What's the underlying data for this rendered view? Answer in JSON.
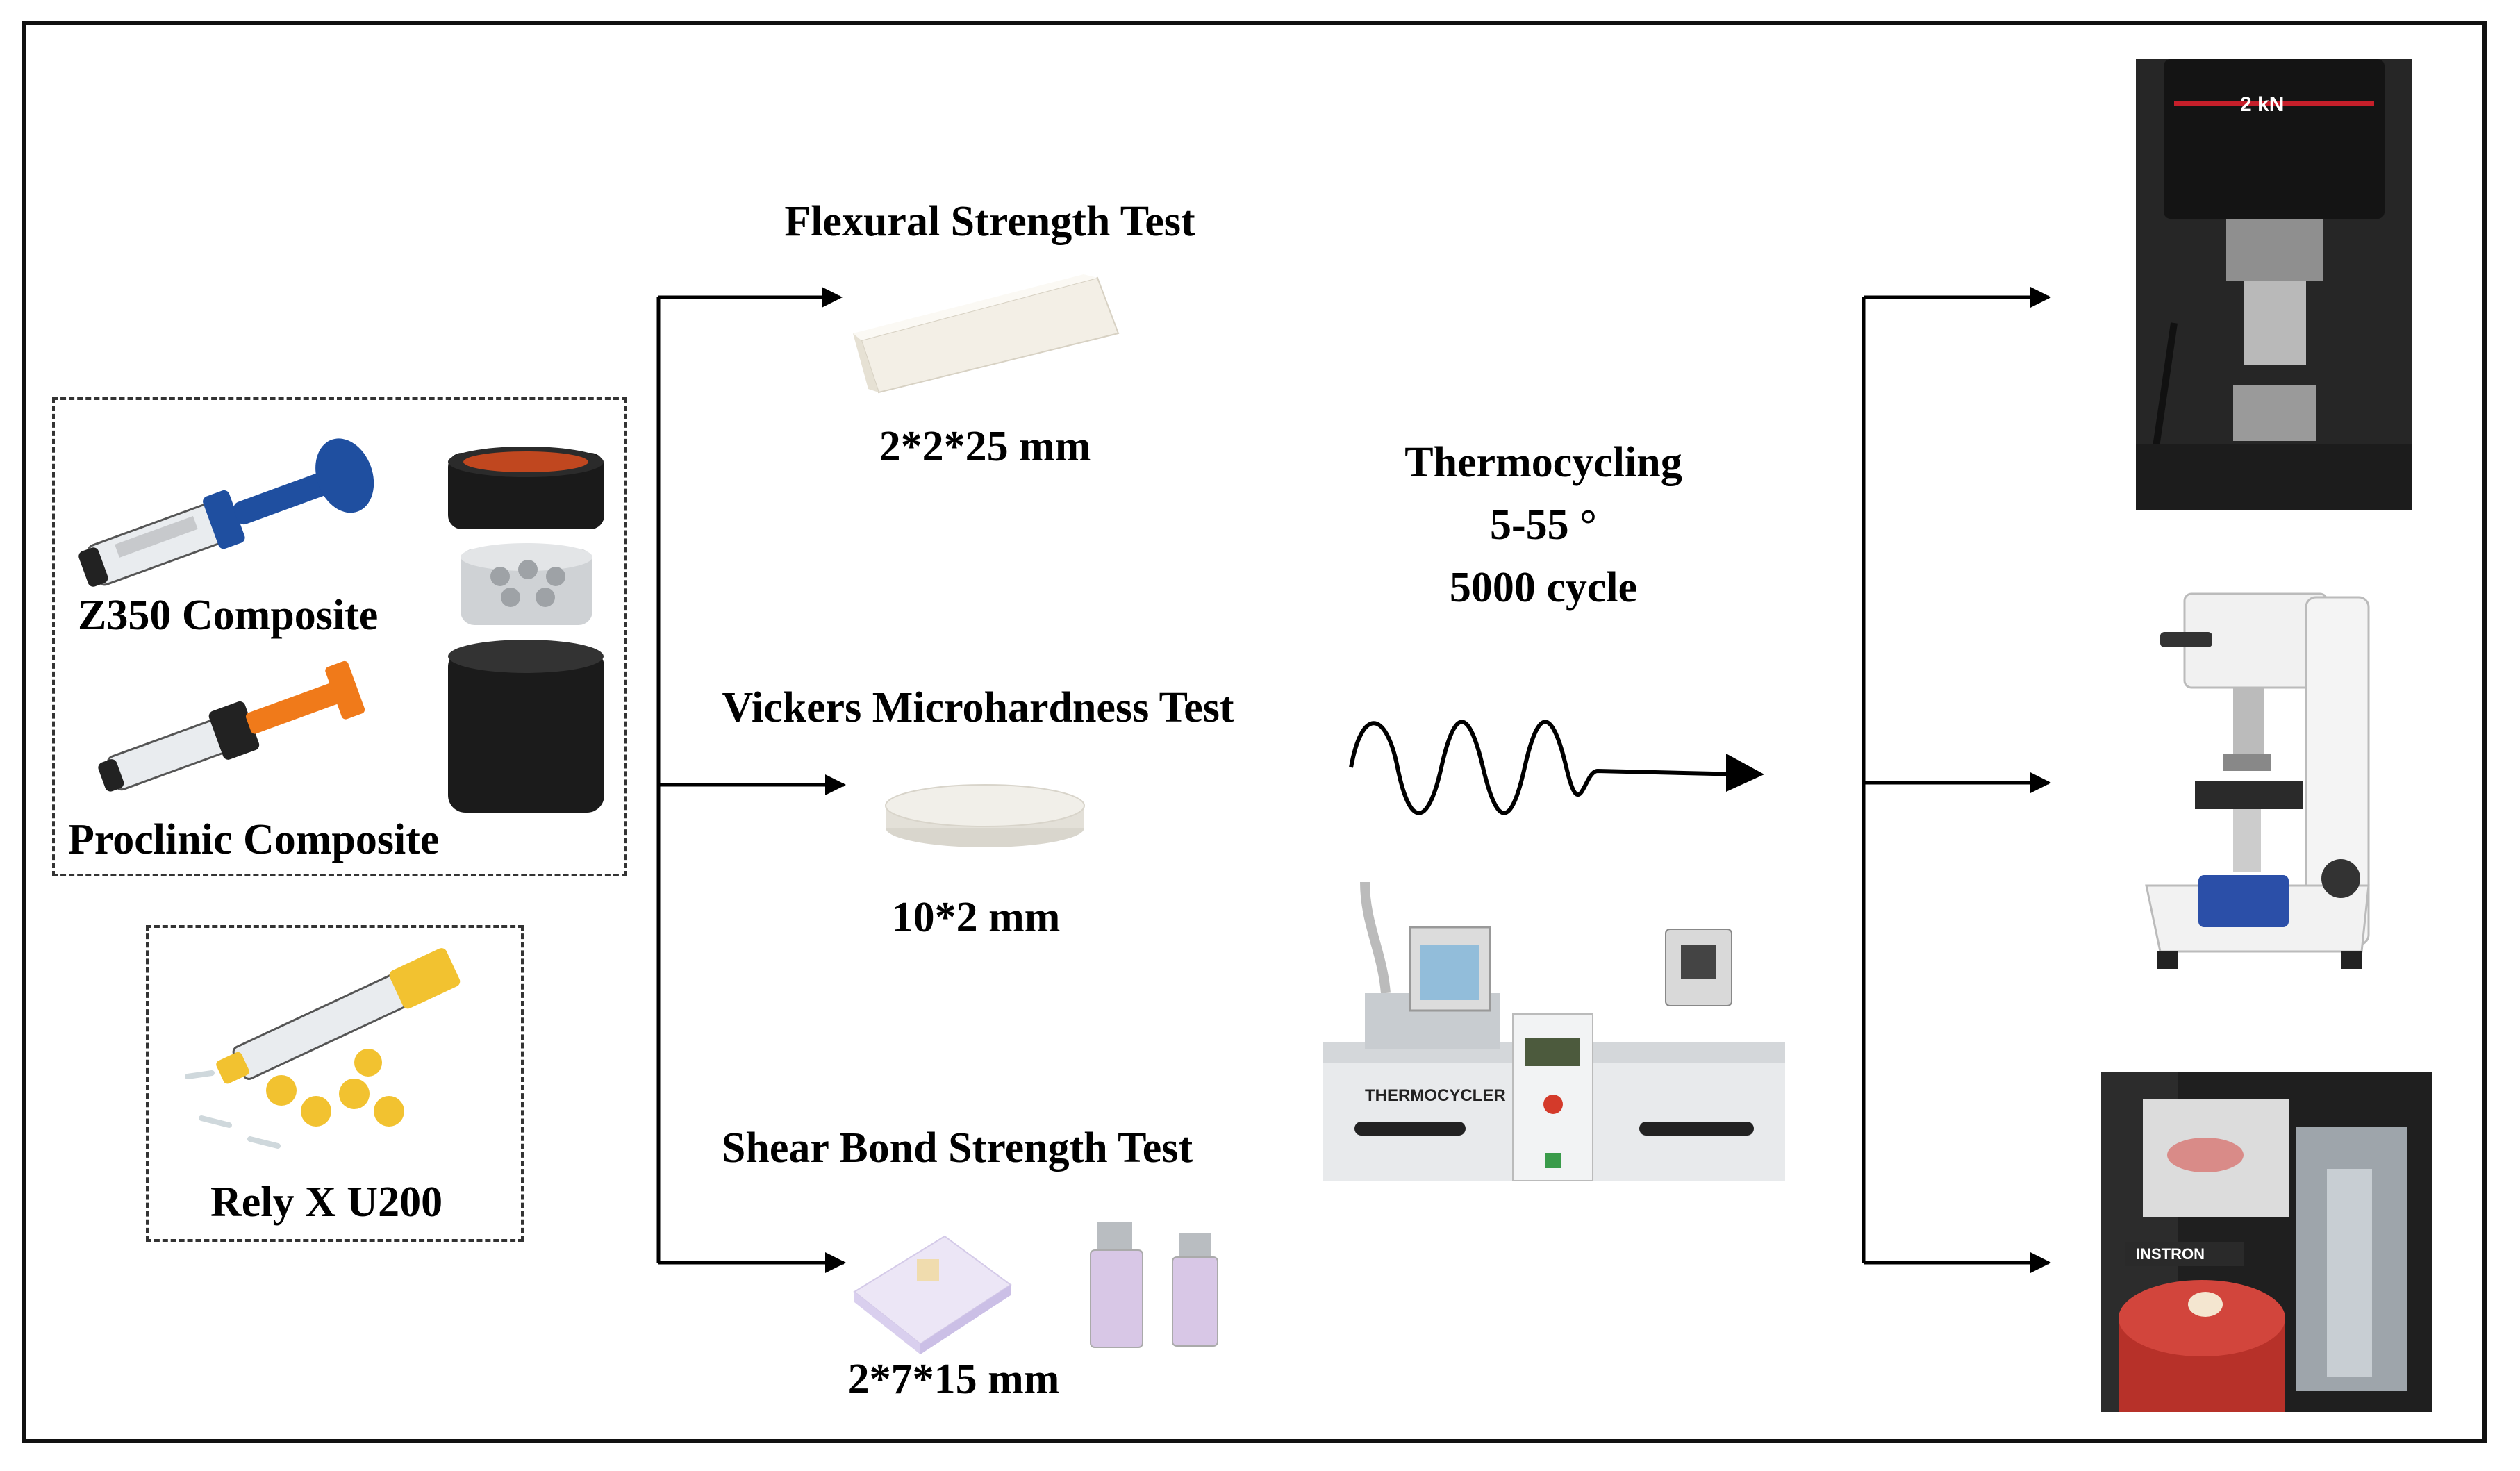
{
  "materials": {
    "z350": "Z350 Composite",
    "proclinic": "Proclinic Composite",
    "relyx": "Rely X U200"
  },
  "tests": {
    "flexural": {
      "title": "Flexural Strength Test",
      "dimension": "2*2*25 mm"
    },
    "vickers": {
      "title": "Vickers Microhardness Test",
      "dimension": "10*2 mm"
    },
    "shear": {
      "title": "Shear Bond Strength Test",
      "dimension": "2*7*15 mm"
    }
  },
  "thermocycling": {
    "title": "Thermocycling",
    "temperature": "5-55 °",
    "cycles": "5000 cycle",
    "machine_label": "THERMOCYCLER"
  },
  "equipment": {
    "load_cell": "2 kN",
    "instron": "INSTRON"
  },
  "colors": {
    "syringe_blue": "#1f4fa0",
    "syringe_orange": "#f07a1a",
    "relyx_yellow": "#f2c230",
    "rubber_red": "#c43a32"
  }
}
